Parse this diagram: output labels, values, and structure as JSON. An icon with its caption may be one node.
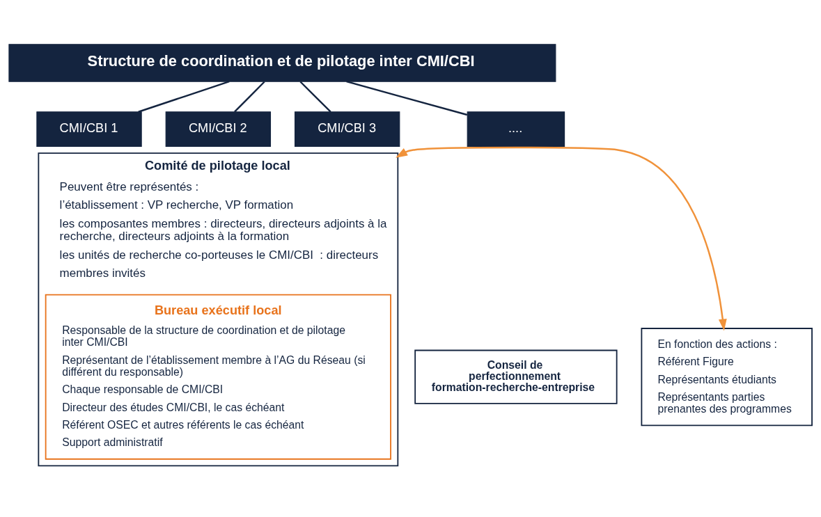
{
  "diagram": {
    "nodes": [
      {
        "text": [
          "Structure de coordination et de pilotage inter CMI/CBI"
        ]
      },
      {
        "text": [
          "CMI/CBI 1"
        ]
      },
      {
        "text": [
          "CMI/CBI 2"
        ]
      },
      {
        "text": [
          "CMI/CBI 3"
        ]
      },
      {
        "text": [
          "...."
        ]
      },
      {
        "text": [
          "Comité de pilotage local",
          "Peuvent être représentés :",
          "l’établissement : VP recherche, VP formation",
          "les composantes membres : directeurs, directeurs adjoints à la recherche, directeurs adjoints à la formation",
          "les unités de recherche co-porteuses le CMI/CBI  : directeurs",
          "membres invités"
        ]
      },
      {
        "text": [
          "Bureau exécutif local",
          "Responsable de la structure de coordination et de pilotage inter CMI/CBI",
          "Représentant de l’établissement membre à l’AG du Réseau (si différent du responsable)",
          "Chaque responsable de CMI/CBI",
          "Directeur des études CMI/CBI, le cas échéant",
          "Référent OSEC et autres référents le cas échéant",
          "Support administratif"
        ],
        "in": 5
      },
      {
        "text": [
          "Conseil de perfectionnement formation-recherche-entreprise"
        ]
      },
      {
        "text": [
          "En fonction des actions :",
          "Référent Figure",
          "Représentants étudiants",
          "Représentants parties prenantes des programmes"
        ]
      }
    ],
    "edges": [
      {
        "from": 0,
        "to": 1,
        "arrow": "none"
      },
      {
        "from": 0,
        "to": 2,
        "arrow": "none"
      },
      {
        "from": 0,
        "to": 3,
        "arrow": "none"
      },
      {
        "from": 0,
        "to": 4,
        "arrow": "none"
      },
      {
        "from": 5,
        "to": 8,
        "arrow": "both",
        "color": "#f0923a"
      }
    ]
  }
}
